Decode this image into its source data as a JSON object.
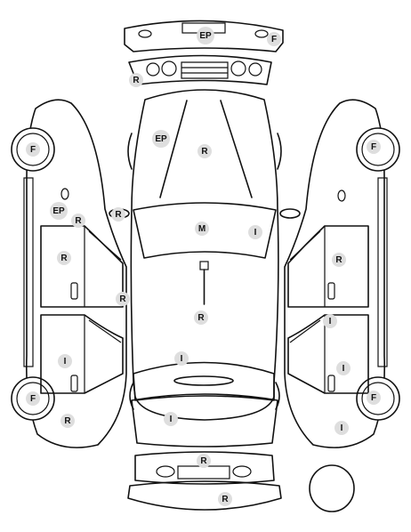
{
  "colors": {
    "line": "#111111",
    "badge": "#dedede",
    "background": "#ffffff"
  },
  "markers": [
    {
      "id": "front-bumper-paint",
      "label": "EP"
    },
    {
      "id": "front-bumper-f",
      "label": "F"
    },
    {
      "id": "grille-repair",
      "label": "R"
    },
    {
      "id": "hood-paint",
      "label": "EP"
    },
    {
      "id": "hood-repair",
      "label": "R"
    },
    {
      "id": "left-front-wheel",
      "label": "F"
    },
    {
      "id": "left-fender-paint",
      "label": "EP"
    },
    {
      "id": "left-fender-repair",
      "label": "R"
    },
    {
      "id": "left-mirror-repair",
      "label": "R"
    },
    {
      "id": "left-front-door-repair",
      "label": "R"
    },
    {
      "id": "left-pillar-repair",
      "label": "R"
    },
    {
      "id": "left-rear-door-i",
      "label": "I"
    },
    {
      "id": "left-rear-wheel",
      "label": "F"
    },
    {
      "id": "left-quarter-repair",
      "label": "R"
    },
    {
      "id": "windshield-m",
      "label": "M"
    },
    {
      "id": "roof-front-i",
      "label": "I"
    },
    {
      "id": "roof-repair",
      "label": "R"
    },
    {
      "id": "rear-window-i",
      "label": "I"
    },
    {
      "id": "trunk-i",
      "label": "I"
    },
    {
      "id": "rear-panel-repair",
      "label": "R"
    },
    {
      "id": "rear-bumper-repair",
      "label": "R"
    },
    {
      "id": "right-front-wheel",
      "label": "F"
    },
    {
      "id": "right-front-door-repair",
      "label": "R"
    },
    {
      "id": "right-rear-door-i",
      "label": "I"
    },
    {
      "id": "right-rear-door-i-2",
      "label": "I"
    },
    {
      "id": "right-rear-wheel",
      "label": "F"
    },
    {
      "id": "right-quarter-i",
      "label": "I"
    }
  ]
}
